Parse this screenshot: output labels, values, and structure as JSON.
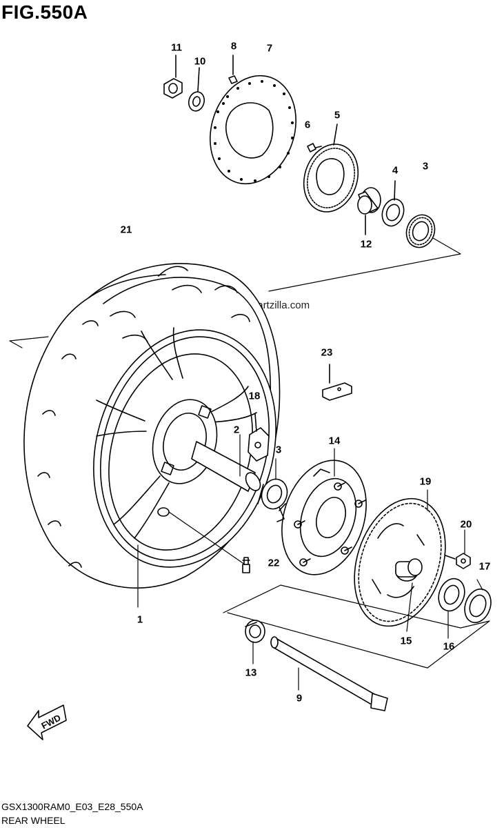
{
  "figure": {
    "title": "FIG.550A",
    "code": "GSX1300RAM0_E03_E28_550A",
    "name": "REAR WHEEL",
    "watermark": "© Partzilla.com",
    "direction_label": "FWD"
  },
  "callouts": [
    {
      "n": "1"
    },
    {
      "n": "2"
    },
    {
      "n": "3"
    },
    {
      "n": "3"
    },
    {
      "n": "4"
    },
    {
      "n": "5"
    },
    {
      "n": "6"
    },
    {
      "n": "7"
    },
    {
      "n": "8"
    },
    {
      "n": "9"
    },
    {
      "n": "10"
    },
    {
      "n": "11"
    },
    {
      "n": "12"
    },
    {
      "n": "13"
    },
    {
      "n": "14"
    },
    {
      "n": "15"
    },
    {
      "n": "16"
    },
    {
      "n": "17"
    },
    {
      "n": "18"
    },
    {
      "n": "19"
    },
    {
      "n": "20"
    },
    {
      "n": "21"
    },
    {
      "n": "22"
    },
    {
      "n": "23"
    }
  ],
  "colors": {
    "ink": "#000000",
    "paper": "#ffffff"
  }
}
